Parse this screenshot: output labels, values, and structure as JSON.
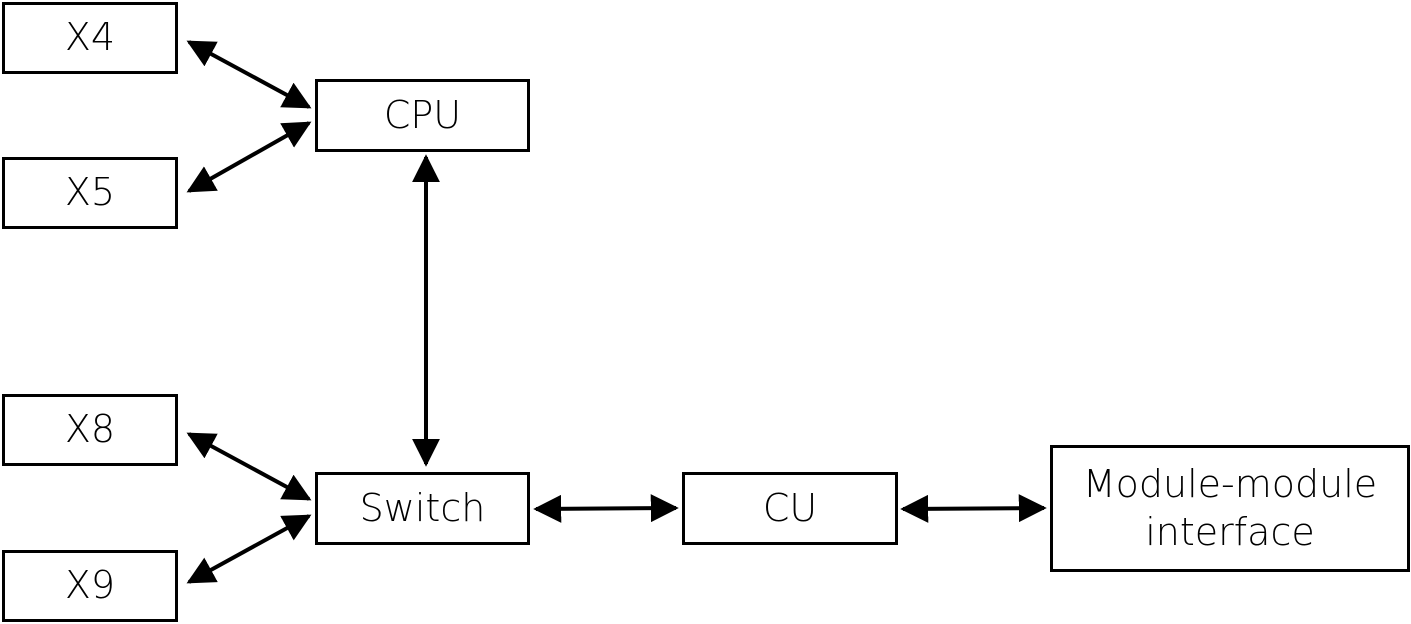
{
  "nodes": {
    "x4": "X4",
    "x5": "X5",
    "cpu": "CPU",
    "x8": "X8",
    "x9": "X9",
    "switch": "Switch",
    "cu": "CU",
    "module_interface": {
      "line1": "Module-module",
      "line2": "interface"
    }
  },
  "colors": {
    "stroke": "#000000",
    "background": "#ffffff"
  }
}
